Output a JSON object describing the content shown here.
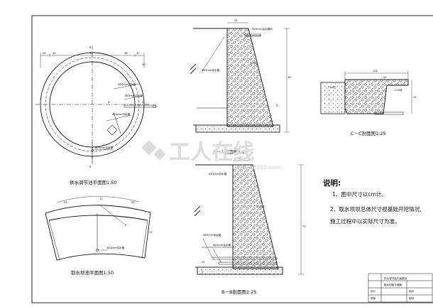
{
  "plan_view": {
    "title": "供水调节池平面图1:50",
    "pipe_labels": [
      "Φ25mm供水管",
      "Φ25mm供水管",
      "Φ25mm供水管",
      "Φ25mm溢水管"
    ],
    "section_marks": [
      "A",
      "A",
      "B",
      "B"
    ],
    "dims": [
      "50",
      "10",
      "90",
      "40",
      "10",
      "50"
    ]
  },
  "intake_plan": {
    "title": "取水坝池平面图1:50",
    "labels": [
      "Φ25mm供水管",
      "R"
    ],
    "dims": [
      "25",
      "15",
      "25",
      "25"
    ]
  },
  "section_aa": {
    "title": "A－A剖面图1:25",
    "labels": [
      "Φ25mm溢水圈网",
      "Φ25mm供水管",
      "C20砼"
    ],
    "dims": [
      "25",
      "80",
      "75",
      "50"
    ]
  },
  "section_bb": {
    "title": "B－B剖面图1:25",
    "labels": [
      "Φ25mm供水管",
      "Φ25mm排水管",
      "Φ25mm溢水管",
      "C20砼"
    ],
    "dims": [
      "50",
      "25",
      "5",
      "75"
    ]
  },
  "section_cc": {
    "title": "C－C剖面图1:25",
    "labels": [
      "C20砼",
      "C20砼"
    ],
    "dims": [
      "100",
      "25",
      "50"
    ]
  },
  "notes": {
    "heading": "说明:",
    "items": [
      "1、图中尺寸以cm计。",
      "2、取水坝坝总体尺寸视基础开挖情况,",
      "施工过程中以实际尺寸为准。"
    ]
  },
  "title_block": {
    "name_line1": "供水调节池平面图及",
    "name_line2": "取水坝取平面图",
    "cells": [
      "设计",
      "审核",
      "校对",
      "图号"
    ]
  },
  "watermark": {
    "brand": "工人在线",
    "url": "www.co188.com"
  }
}
